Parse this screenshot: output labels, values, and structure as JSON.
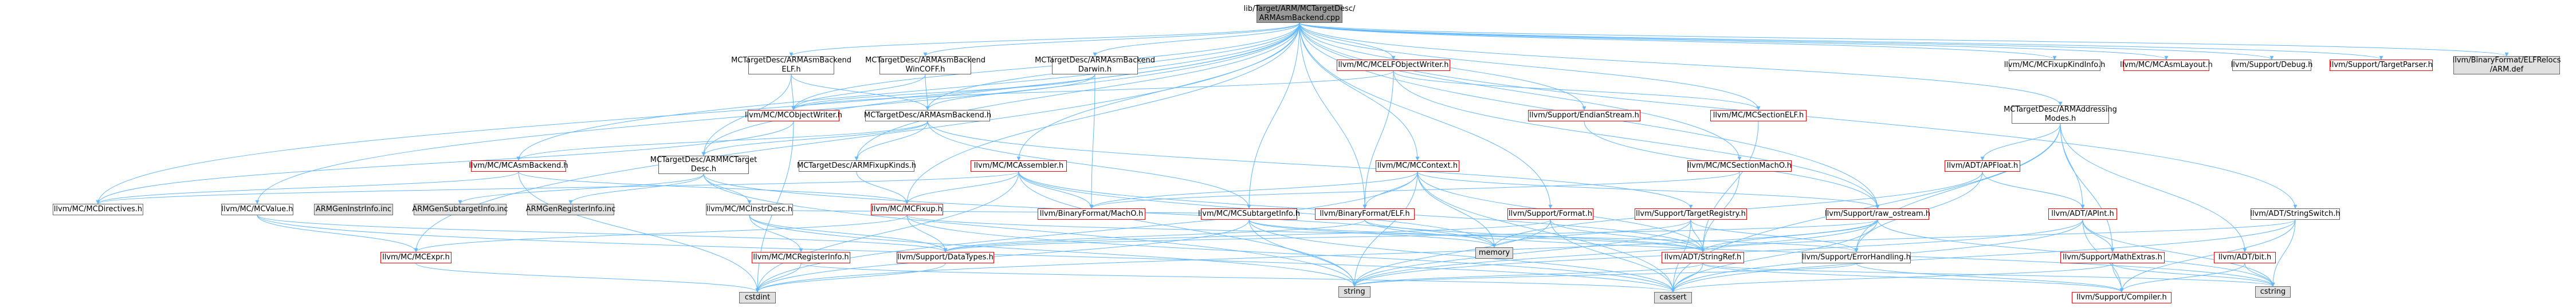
{
  "colors": {
    "edge": "#63b8ff",
    "arrow": "#63b8ff",
    "border": "#666666",
    "red_border": "#ff0000",
    "root_fill": "#999999",
    "grey_fill": "#e0e0e0"
  },
  "nodes": {
    "root": "lib/Target/ARM/MCTargetDesc/\nARMAsmBackend.cpp",
    "asmelf": "MCTargetDesc/ARMAsmBackend\nELF.h",
    "asmwincoff": "MCTargetDesc/ARMAsmBackend\nWinCOFF.h",
    "asmdarwin": "MCTargetDesc/ARMAsmBackend\nDarwin.h",
    "mcelfobjw": "llvm/MC/MCELFObjectWriter.h",
    "mcfixupkindinfo": "llvm/MC/MCFixupKindInfo.h",
    "mcasmlayout": "llvm/MC/MCAsmLayout.h",
    "debug": "llvm/Support/Debug.h",
    "targetparser": "llvm/Support/TargetParser.h",
    "binfmtarm": "llvm/BinaryFormat/ELFRelocs\n/ARM.def",
    "mcobjw": "llvm/MC/MCObjectWriter.h",
    "asmbackend": "MCTargetDesc/ARMAsmBackend.h",
    "endianstream": "llvm/Support/EndianStream.h",
    "mcsectionelf": "llvm/MC/MCSectionELF.h",
    "armaddr": "MCTargetDesc/ARMAddressing\nModes.h",
    "mcasmbackend": "llvm/MC/MCAsmBackend.h",
    "armmctarget": "MCTargetDesc/ARMMCTarget\nDesc.h",
    "armfixupkinds": "MCTargetDesc/ARMFixupKinds.h",
    "mcassembler": "llvm/MC/MCAssembler.h",
    "mccontext": "llvm/MC/MCContext.h",
    "mcsectionmacho": "llvm/MC/MCSectionMachO.h",
    "apfloat": "llvm/ADT/APFloat.h",
    "mcdirectives": "llvm/MC/MCDirectives.h",
    "mcvalue": "llvm/MC/MCValue.h",
    "geninstr": "ARMGenInstrInfo.inc",
    "gensubtarget": "ARMGenSubtargetInfo.inc",
    "genregister": "ARMGenRegisterInfo.inc",
    "mcinstrdesc": "llvm/MC/MCInstrDesc.h",
    "mcfixup": "llvm/MC/MCFixup.h",
    "binmacho": "llvm/BinaryFormat/MachO.h",
    "mcsubtarget": "llvm/MC/MCSubtargetInfo.h",
    "binelf": "llvm/BinaryFormat/ELF.h",
    "supformat": "llvm/Support/Format.h",
    "targetregistry": "llvm/Support/TargetRegistry.h",
    "rawostream": "llvm/Support/raw_ostream.h",
    "apint": "llvm/ADT/APInt.h",
    "stringswitch": "llvm/ADT/StringSwitch.h",
    "mcexpr": "llvm/MC/MCExpr.h",
    "mcreginfo": "llvm/MC/MCRegisterInfo.h",
    "datatypes": "llvm/Support/DataTypes.h",
    "memory": "memory",
    "stringref": "llvm/ADT/StringRef.h",
    "errorhandling": "llvm/Support/ErrorHandling.h",
    "mathextras": "llvm/Support/MathExtras.h",
    "bit": "llvm/ADT/bit.h",
    "cstdint": "cstdint",
    "string": "string",
    "cassert": "cassert",
    "compiler": "llvm/Support/Compiler.h",
    "cstring": "cstring"
  },
  "edges": [
    [
      "root",
      "asmelf"
    ],
    [
      "root",
      "asmwincoff"
    ],
    [
      "root",
      "asmdarwin"
    ],
    [
      "root",
      "mcelfobjw"
    ],
    [
      "root",
      "mcfixupkindinfo"
    ],
    [
      "root",
      "mcasmlayout"
    ],
    [
      "root",
      "debug"
    ],
    [
      "root",
      "targetparser"
    ],
    [
      "root",
      "binfmtarm"
    ],
    [
      "root",
      "mcobjw"
    ],
    [
      "root",
      "asmbackend"
    ],
    [
      "root",
      "endianstream"
    ],
    [
      "root",
      "mcsectionelf"
    ],
    [
      "root",
      "armaddr"
    ],
    [
      "root",
      "mcasmbackend"
    ],
    [
      "root",
      "armmctarget"
    ],
    [
      "root",
      "armfixupkinds"
    ],
    [
      "root",
      "mcassembler"
    ],
    [
      "root",
      "mccontext"
    ],
    [
      "root",
      "mcsectionmacho"
    ],
    [
      "root",
      "mcdirectives"
    ],
    [
      "root",
      "mcsubtarget"
    ],
    [
      "root",
      "binelf"
    ],
    [
      "root",
      "supformat"
    ],
    [
      "root",
      "mcvalue"
    ],
    [
      "root",
      "mcexpr"
    ],
    [
      "root",
      "mcfixup"
    ],
    [
      "root",
      "rawostream"
    ],
    [
      "root",
      "stringswitch"
    ],
    [
      "asmelf",
      "mcobjw"
    ],
    [
      "asmelf",
      "asmbackend"
    ],
    [
      "asmelf",
      "armmctarget"
    ],
    [
      "asmwincoff",
      "mcobjw"
    ],
    [
      "asmwincoff",
      "asmbackend"
    ],
    [
      "asmdarwin",
      "mcobjw"
    ],
    [
      "asmdarwin",
      "asmbackend"
    ],
    [
      "asmdarwin",
      "binmacho"
    ],
    [
      "mcelfobjw",
      "mcsectionelf"
    ],
    [
      "mcelfobjw",
      "binelf"
    ],
    [
      "mcelfobjw",
      "rawostream"
    ],
    [
      "mcelfobjw",
      "mcobjw"
    ],
    [
      "asmbackend",
      "mcasmbackend"
    ],
    [
      "asmbackend",
      "armfixupkinds"
    ],
    [
      "asmbackend",
      "armmctarget"
    ],
    [
      "asmbackend",
      "mcsubtarget"
    ],
    [
      "asmbackend",
      "targetregistry"
    ],
    [
      "mcobjw",
      "mcdirectives"
    ],
    [
      "mcobjw",
      "cstdint"
    ],
    [
      "endianstream",
      "rawostream"
    ],
    [
      "mcsectionelf",
      "stringref"
    ],
    [
      "armaddr",
      "apfloat"
    ],
    [
      "armaddr",
      "apint"
    ],
    [
      "armaddr",
      "errorhandling"
    ],
    [
      "armaddr",
      "mathextras"
    ],
    [
      "armaddr",
      "bit"
    ],
    [
      "armaddr",
      "cassert"
    ],
    [
      "mcasmbackend",
      "mcdirectives"
    ],
    [
      "mcasmbackend",
      "mcfixup"
    ],
    [
      "mcasmbackend",
      "cstdint"
    ],
    [
      "armmctarget",
      "mcinstrdesc"
    ],
    [
      "armmctarget",
      "genregister"
    ],
    [
      "armmctarget",
      "genregister"
    ],
    [
      "armmctarget",
      "gensubtarget"
    ],
    [
      "armmctarget",
      "genregister"
    ],
    [
      "armmctarget",
      "genregister"
    ],
    [
      "armmctarget",
      "genregister"
    ],
    [
      "armmctarget",
      "memory"
    ],
    [
      "armmctarget",
      "string"
    ],
    [
      "armfixupkinds",
      "mcfixup"
    ],
    [
      "mcassembler",
      "mcfixup"
    ],
    [
      "mcassembler",
      "mcdirectives"
    ],
    [
      "mcassembler",
      "binmacho"
    ],
    [
      "mcassembler",
      "stringref"
    ],
    [
      "mcassembler",
      "cstdint"
    ],
    [
      "mcassembler",
      "string"
    ],
    [
      "mcassembler",
      "memory"
    ],
    [
      "mccontext",
      "binelf"
    ],
    [
      "mccontext",
      "binmacho"
    ],
    [
      "mccontext",
      "stringref"
    ],
    [
      "mccontext",
      "rawostream"
    ],
    [
      "mccontext",
      "memory"
    ],
    [
      "mccontext",
      "string"
    ],
    [
      "mccontext",
      "cassert"
    ],
    [
      "mccontext",
      "cstdint"
    ],
    [
      "mcsectionmacho",
      "binmacho"
    ],
    [
      "mcsectionmacho",
      "stringref"
    ],
    [
      "apfloat",
      "apint"
    ],
    [
      "apfloat",
      "errorhandling"
    ],
    [
      "apfloat",
      "memory"
    ],
    [
      "mcvalue",
      "mcexpr"
    ],
    [
      "mcvalue",
      "datatypes"
    ],
    [
      "mcvalue",
      "cassert"
    ],
    [
      "mcinstrdesc",
      "mcreginfo"
    ],
    [
      "mcinstrdesc",
      "datatypes"
    ],
    [
      "mcinstrdesc",
      "string"
    ],
    [
      "mcfixup",
      "mcexpr"
    ],
    [
      "mcfixup",
      "datatypes"
    ],
    [
      "mcfixup",
      "errorhandling"
    ],
    [
      "mcfixup",
      "cassert"
    ],
    [
      "mcsubtarget",
      "mcinstrdesc"
    ],
    [
      "mcsubtarget",
      "stringref"
    ],
    [
      "mcsubtarget",
      "memory"
    ],
    [
      "mcsubtarget",
      "cassert"
    ],
    [
      "mcsubtarget",
      "string"
    ],
    [
      "mcsubtarget",
      "cstdint"
    ],
    [
      "binelf",
      "datatypes"
    ],
    [
      "binelf",
      "stringref"
    ],
    [
      "binelf",
      "cstring"
    ],
    [
      "supformat",
      "stringref"
    ],
    [
      "supformat",
      "datatypes"
    ],
    [
      "supformat",
      "cassert"
    ],
    [
      "supformat",
      "string"
    ],
    [
      "targetregistry",
      "stringref"
    ],
    [
      "targetregistry",
      "errorhandling"
    ],
    [
      "targetregistry",
      "memory"
    ],
    [
      "targetregistry",
      "cassert"
    ],
    [
      "targetregistry",
      "string"
    ],
    [
      "rawostream",
      "stringref"
    ],
    [
      "rawostream",
      "datatypes"
    ],
    [
      "rawostream",
      "cassert"
    ],
    [
      "rawostream",
      "cstdint"
    ],
    [
      "rawostream",
      "cstring"
    ],
    [
      "rawostream",
      "string"
    ],
    [
      "apint",
      "mathextras"
    ],
    [
      "apint",
      "compiler"
    ],
    [
      "apint",
      "cassert"
    ],
    [
      "apint",
      "cstring"
    ],
    [
      "apint",
      "string"
    ],
    [
      "stringswitch",
      "stringref"
    ],
    [
      "stringswitch",
      "compiler"
    ],
    [
      "stringswitch",
      "cassert"
    ],
    [
      "stringswitch",
      "cstring"
    ],
    [
      "mcexpr",
      "cstdint"
    ],
    [
      "mcreginfo",
      "cassert"
    ],
    [
      "mcreginfo",
      "cstdint"
    ],
    [
      "datatypes",
      "cstdint"
    ],
    [
      "stringref",
      "compiler"
    ],
    [
      "stringref",
      "string"
    ],
    [
      "stringref",
      "cassert"
    ],
    [
      "stringref",
      "cstring"
    ],
    [
      "errorhandling",
      "compiler"
    ],
    [
      "errorhandling",
      "string"
    ],
    [
      "mathextras",
      "compiler"
    ],
    [
      "mathextras",
      "cassert"
    ],
    [
      "mathextras",
      "cstring"
    ],
    [
      "bit",
      "compiler"
    ],
    [
      "bit",
      "cstring"
    ]
  ]
}
